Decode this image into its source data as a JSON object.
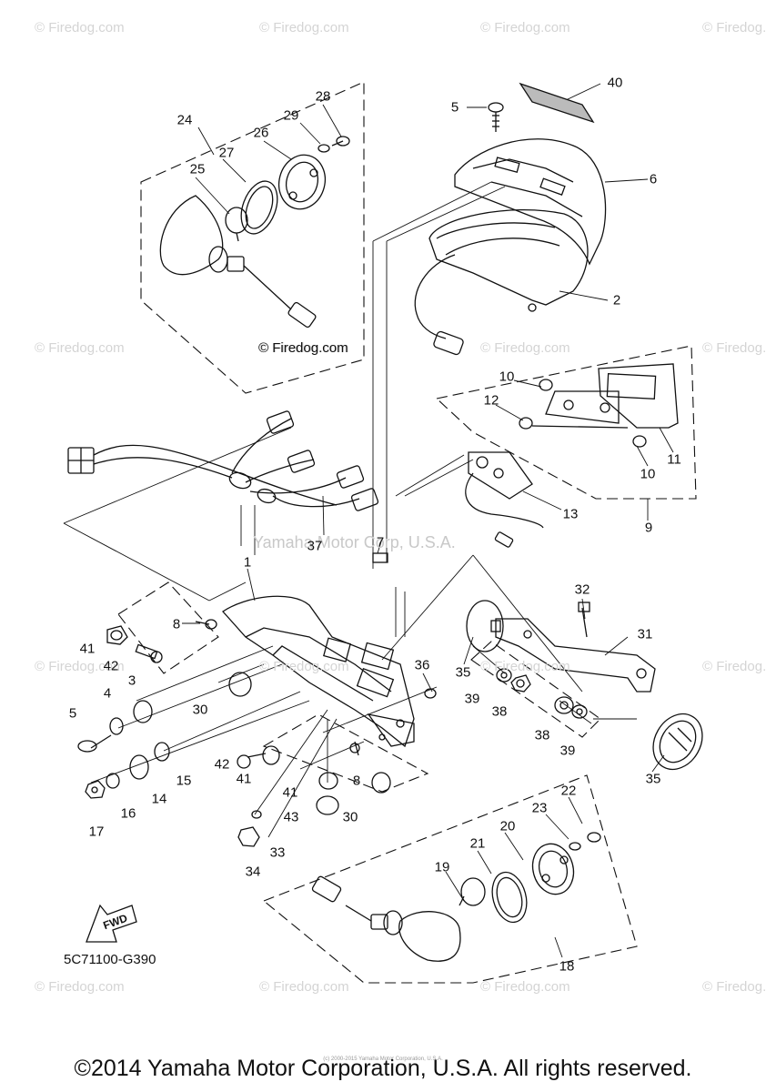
{
  "watermarks": [
    "© Firedog.com",
    "© Firedog.com",
    "© Firedog.com",
    "© Firedog.com",
    "© Firedog.com",
    "© Firedog.com",
    "© Firedog.com",
    "© Firedog.com",
    "© Firedog.com",
    "© Firedog.com",
    "© Firedog.com",
    "© Firedog.com",
    "© Firedog.com",
    "© Firedog.com",
    "© Firedog.com",
    "© Firedog.com"
  ],
  "inline_watermark": "© Firedog.com",
  "yamaha_watermark": "Yamaha Motor Corp, U.S.A.",
  "callouts": [
    "1",
    "2",
    "3",
    "4",
    "5",
    "5",
    "6",
    "7",
    "8",
    "8",
    "9",
    "10",
    "10",
    "11",
    "12",
    "13",
    "14",
    "15",
    "16",
    "17",
    "18",
    "19",
    "20",
    "21",
    "22",
    "23",
    "24",
    "25",
    "26",
    "27",
    "28",
    "29",
    "30",
    "30",
    "31",
    "32",
    "33",
    "34",
    "35",
    "35",
    "36",
    "37",
    "38",
    "38",
    "39",
    "39",
    "40",
    "41",
    "41",
    "41",
    "42",
    "42",
    "43"
  ],
  "fwd_label": "FWD",
  "diagram_code": "5C71100-G390",
  "copyright": "©2014 Yamaha Motor Corporation, U.S.A. All rights reserved.",
  "micro_copyright": "(c) 2000-2015 Yamaha Motor Corporation, U.S.A."
}
